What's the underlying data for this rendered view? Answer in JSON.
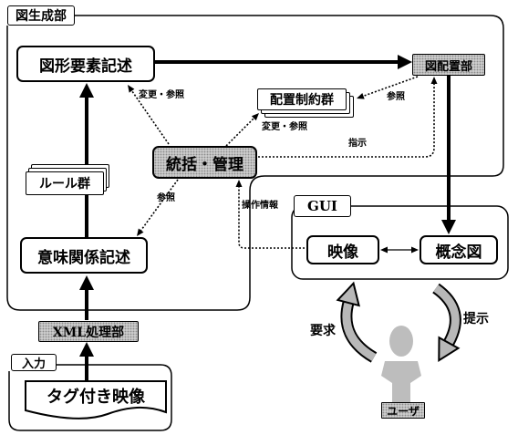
{
  "regions": {
    "generation": "図生成部",
    "gui": "GUI",
    "input": "入力"
  },
  "nodes": {
    "figure_element_description": "図形要素記述",
    "figure_placement": "図配置部",
    "placement_constraints": "配置制約群",
    "supervision": "統括・管理",
    "rules": "ルール群",
    "semantic_relation_description": "意味関係記述",
    "xml_processor": "XML処理部",
    "tagged_video": "タグ付き映像",
    "video": "映像",
    "concept_diagram": "概念図",
    "user": "ユーザ"
  },
  "edge_labels": {
    "modify_reference_1": "変更・参照",
    "modify_reference_2": "変更・参照",
    "reference_1": "参照",
    "reference_2": "参照",
    "instruction": "指示",
    "operation_info": "操作情報",
    "request": "要求",
    "presentation": "提示"
  },
  "colors": {
    "line": "#000000",
    "gray_fill": "#cbcbcb",
    "user_figure": "#bdbdbd"
  }
}
